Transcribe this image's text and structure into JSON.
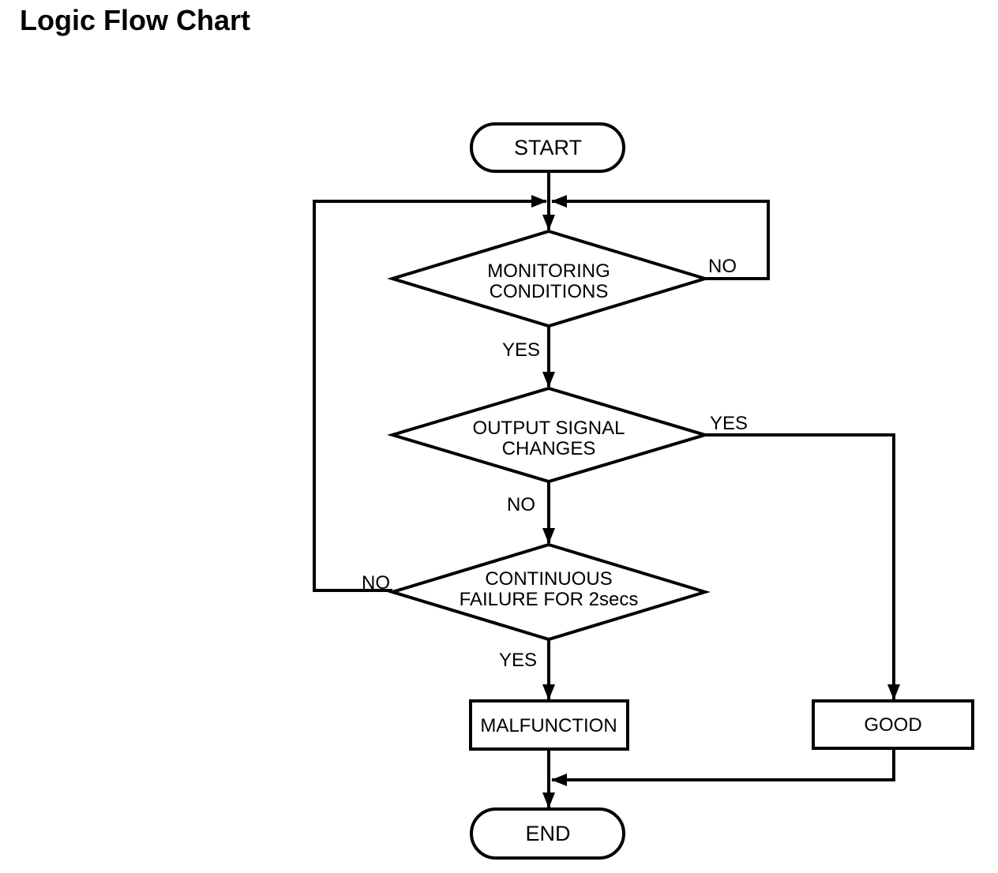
{
  "title": "Logic Flow Chart",
  "colors": {
    "ink": "#000000",
    "background": "#ffffff"
  },
  "nodes": {
    "start": {
      "type": "terminator",
      "label": "START"
    },
    "monitoring": {
      "type": "decision",
      "line1": "MONITORING",
      "line2": "CONDITIONS"
    },
    "output": {
      "type": "decision",
      "line1": "OUTPUT SIGNAL",
      "line2": "CHANGES"
    },
    "continuous": {
      "type": "decision",
      "line1": "CONTINUOUS",
      "line2": "FAILURE FOR 2secs"
    },
    "malfunction": {
      "type": "process",
      "label": "MALFUNCTION"
    },
    "good": {
      "type": "process",
      "label": "GOOD"
    },
    "end": {
      "type": "terminator",
      "label": "END"
    }
  },
  "edges": {
    "monitoring_yes": "YES",
    "monitoring_no": "NO",
    "output_yes": "YES",
    "output_no": "NO",
    "continuous_yes": "YES",
    "continuous_no": "NO"
  }
}
